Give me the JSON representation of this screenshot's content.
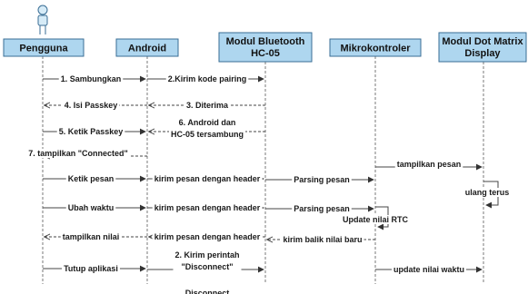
{
  "participants": [
    {
      "id": "pengguna",
      "label": "Pengguna"
    },
    {
      "id": "android",
      "label": "Android"
    },
    {
      "id": "bluetooth",
      "label": "Modul Bluetooth HC-05"
    },
    {
      "id": "mikro",
      "label": "Mikrokontroler"
    },
    {
      "id": "display",
      "label": "Modul Dot Matrix Display"
    }
  ],
  "messages": [
    {
      "label": "1. Sambungkan",
      "from": "pengguna",
      "to": "android",
      "style": "solid"
    },
    {
      "label": "2.Kirim kode pairing",
      "from": "android",
      "to": "bluetooth",
      "style": "solid"
    },
    {
      "label": "3. Diterima",
      "from": "bluetooth",
      "to": "android",
      "style": "dashed"
    },
    {
      "label": "4. Isi Passkey",
      "from": "android",
      "to": "pengguna",
      "style": "dashed"
    },
    {
      "label": "5. Ketik Passkey",
      "from": "pengguna",
      "to": "android",
      "style": "solid"
    },
    {
      "label": "6. Android dan HC-05 tersambung",
      "from": "bluetooth",
      "to": "android",
      "style": "dashed"
    },
    {
      "label": "7. tampilkan \"Connected\"",
      "from": "android",
      "to": "pengguna",
      "style": "dashed"
    },
    {
      "label": "Ketik pesan",
      "from": "pengguna",
      "to": "android",
      "style": "solid"
    },
    {
      "label": "kirim pesan dengan  header",
      "from": "android",
      "to": "bluetooth",
      "style": "solid"
    },
    {
      "label": "Parsing pesan",
      "from": "bluetooth",
      "to": "mikro",
      "style": "solid"
    },
    {
      "label": "tampilkan pesan",
      "from": "mikro",
      "to": "display",
      "style": "solid"
    },
    {
      "label": "ulang terus",
      "from": "display",
      "to": "display",
      "style": "self"
    },
    {
      "label": "Ubah waktu",
      "from": "pengguna",
      "to": "android",
      "style": "solid"
    },
    {
      "label": "kirim pesan dengan  header",
      "from": "android",
      "to": "bluetooth",
      "style": "solid"
    },
    {
      "label": "Parsing pesan",
      "from": "bluetooth",
      "to": "mikro",
      "style": "solid"
    },
    {
      "label": "Update nilai RTC",
      "from": "mikro",
      "to": "mikro",
      "style": "self"
    },
    {
      "label": "kirim balik nilai baru",
      "from": "mikro",
      "to": "bluetooth",
      "style": "dashed"
    },
    {
      "label": "kirim pesan dengan  header",
      "from": "bluetooth",
      "to": "android",
      "style": "dashed"
    },
    {
      "label": "tampilkan nilai",
      "from": "android",
      "to": "pengguna",
      "style": "dashed"
    },
    {
      "label": "Tutup aplikasi",
      "from": "pengguna",
      "to": "android",
      "style": "solid"
    },
    {
      "label": "2. Kirim perintah \"Disconnect\"",
      "from": "android",
      "to": "bluetooth",
      "style": "solid"
    },
    {
      "label": "update nilai waktu",
      "from": "mikro",
      "to": "display",
      "style": "solid"
    },
    {
      "label": "Disconnect",
      "from": "bluetooth",
      "to": "android",
      "style": "solid"
    }
  ],
  "colors": {
    "header_fill": "#aed6ef",
    "header_stroke": "#3a6e95",
    "line": "#444444",
    "lifeline": "#7a7a7a"
  },
  "icons": {
    "actor": "person-icon"
  }
}
